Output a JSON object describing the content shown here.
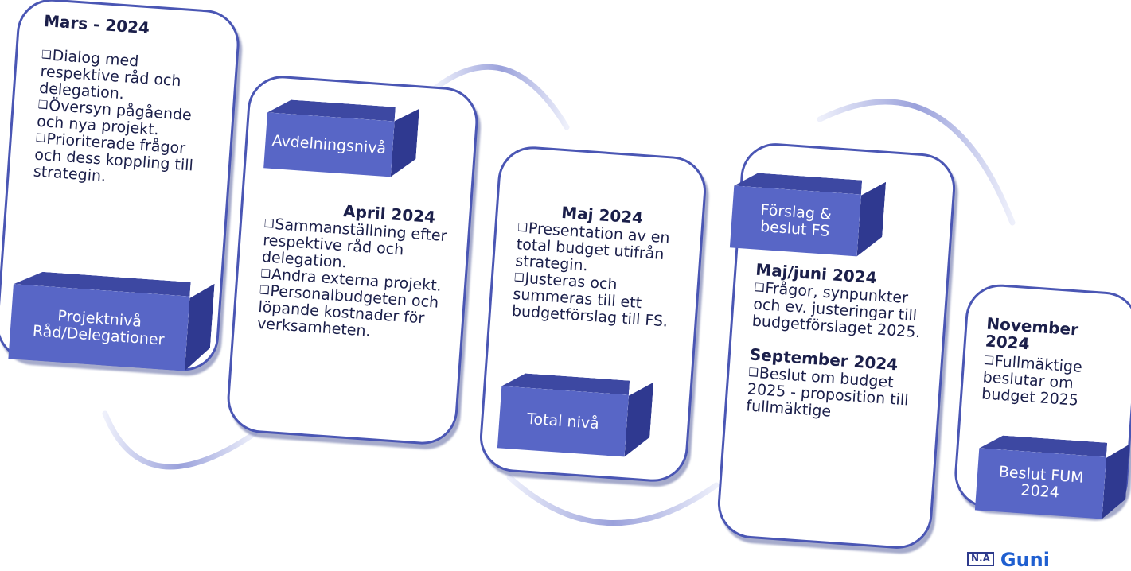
{
  "stages": [
    {
      "period": "Mars - 2024",
      "items": [
        "Dialog med respektive råd och delegation.",
        "Översyn pågående och nya projekt.",
        "Prioriterade frågor och dess koppling till strategin."
      ],
      "label": "Projektnivå Råd/Delegationer"
    },
    {
      "period": "April 2024",
      "items": [
        "Sammanställning efter respektive råd och delegation.",
        "Andra externa projekt.",
        "Personalbudgeten och löpande kostnader för verksamheten."
      ],
      "label": "Avdelningsnivå"
    },
    {
      "period": "Maj 2024",
      "items": [
        "Presentation av en total budget utifrån strategin.",
        "Justeras och summeras till ett budgetförslag till FS."
      ],
      "label": "Total nivå"
    },
    {
      "label": "Förslag & beslut FS",
      "period": "Maj/juni 2024",
      "items": [
        "Frågor, synpunkter och ev. justeringar till budgetförslaget 2025."
      ],
      "period2": "September 2024",
      "items2": [
        "Beslut om budget 2025 - proposition till fullmäktige"
      ]
    },
    {
      "period": "November 2024",
      "items": [
        "Fullmäktige beslutar om budget 2025"
      ],
      "label": "Beslut FUM 2024"
    }
  ],
  "logo": {
    "mark": "N.A",
    "word": "Guni"
  },
  "colors": {
    "accent": "#5866c6",
    "border": "#4a56b4",
    "text": "#1b1f4a",
    "arc": "#aab0e0"
  }
}
